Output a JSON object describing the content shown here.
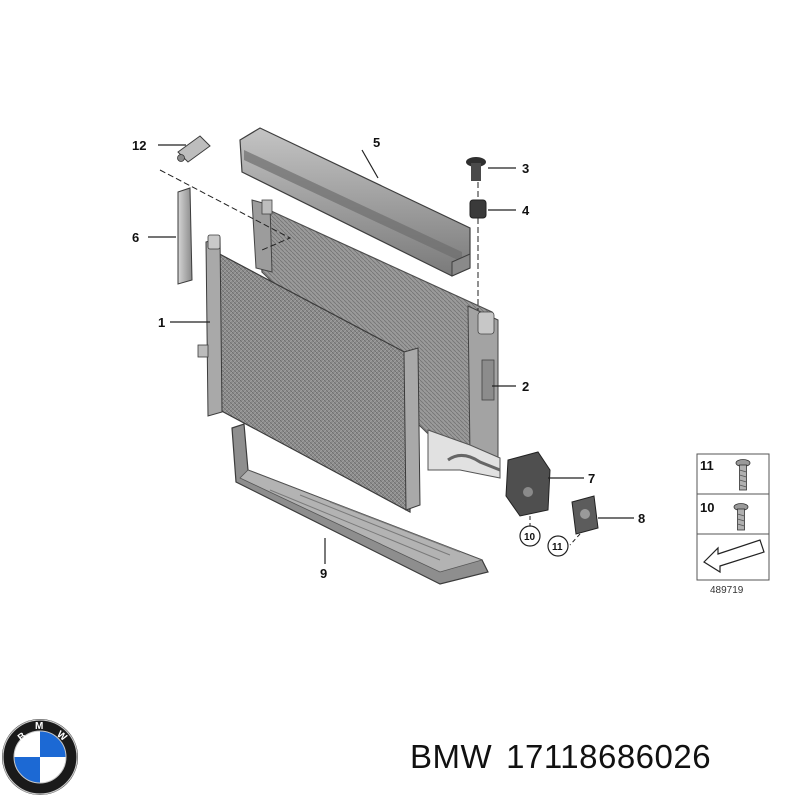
{
  "diagram": {
    "callouts": {
      "c1": "1",
      "c2": "2",
      "c3": "3",
      "c4": "4",
      "c5": "5",
      "c6": "6",
      "c7": "7",
      "c8": "8",
      "c9": "9",
      "c10": "10",
      "c11": "11",
      "c12": "12"
    },
    "legend": {
      "row1_number": "11",
      "row2_number": "10",
      "doc_number": "489719"
    }
  },
  "logo": {
    "text": "BMW",
    "icon": "bmw-roundel-icon"
  },
  "caption": {
    "brand": "BMW",
    "part_number": "17118686026"
  },
  "colors": {
    "part_fill": "#a9a9a9",
    "part_dark": "#5a5a5a",
    "logo_blue": "#1c69d4"
  }
}
